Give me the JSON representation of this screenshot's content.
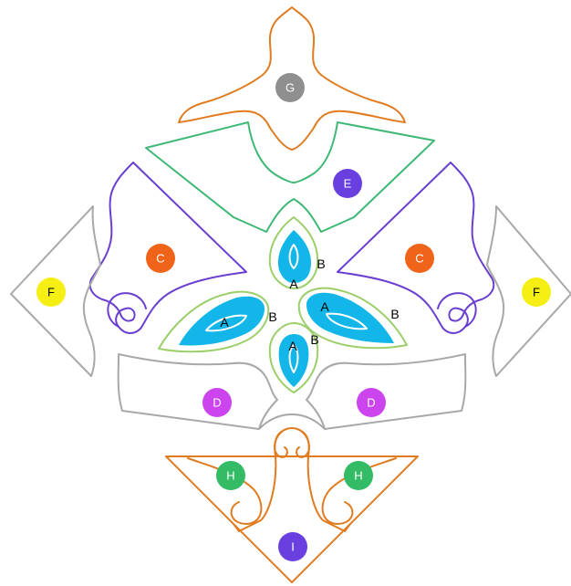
{
  "colors": {
    "orange": "#e07b1f",
    "green": "#3fb875",
    "purple": "#6a3fd0",
    "gray": "#a8a8a8",
    "lightgreen": "#9ccf6a",
    "cyan": "#13b6e8",
    "labelG": "#8f8f8f",
    "labelE": "#6a3fe0",
    "labelC": "#f0641a",
    "labelF": "#f5ef14",
    "labelD": "#cc44ee",
    "labelH": "#33bb66",
    "labelI": "#6a3fe0"
  },
  "labels": {
    "G": "G",
    "E": "E",
    "C": "C",
    "F": "F",
    "D": "D",
    "H": "H",
    "I": "I",
    "A": "A",
    "B": "B"
  }
}
